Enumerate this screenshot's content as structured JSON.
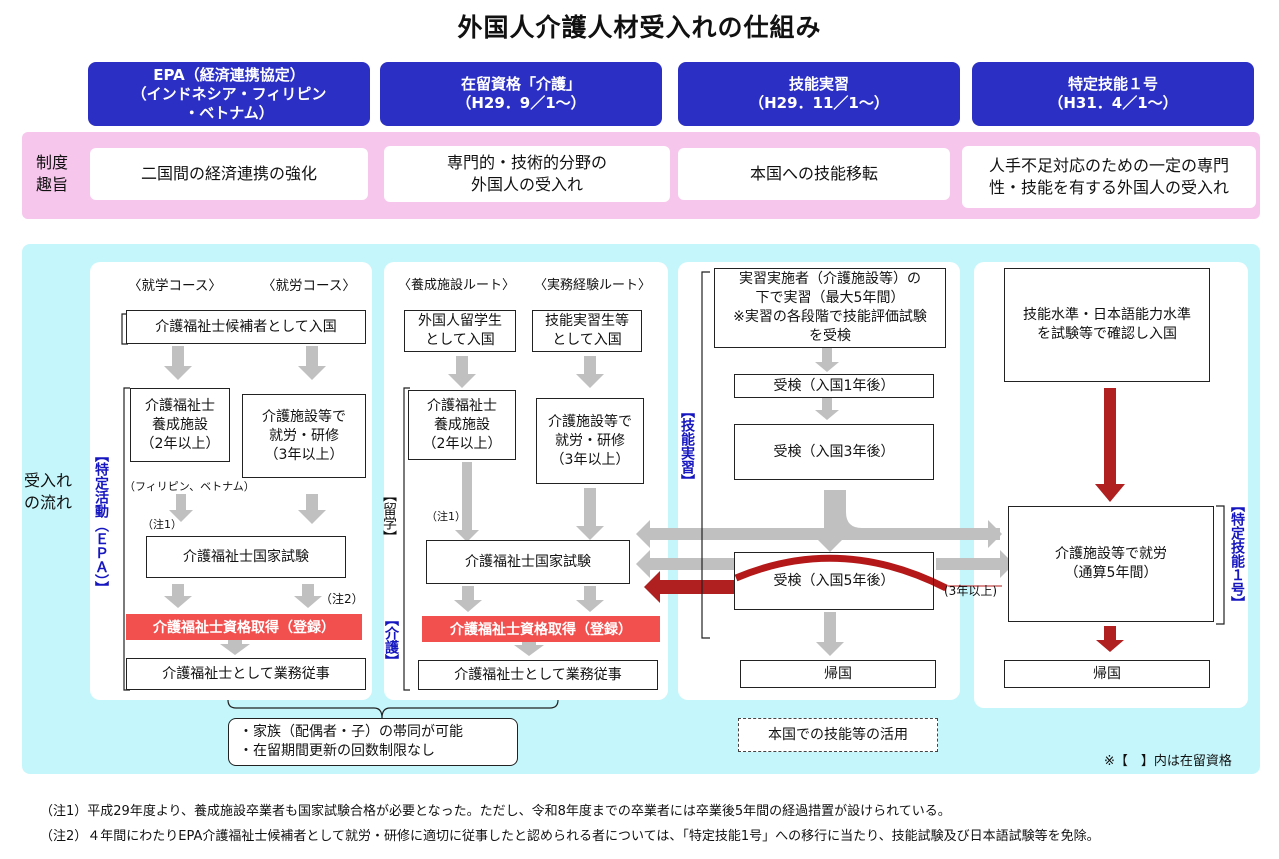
{
  "title": "外国人介護人材受入れの仕組み",
  "headers": [
    "EPA（経済連携協定）\n（インドネシア・フィリピン\n・ベトナム）",
    "在留資格「介護」\n（H29．9／1～）",
    "技能実習\n（H29．11／1～）",
    "特定技能１号\n（H31．4／1～）"
  ],
  "purpose": {
    "label": "制度\n趣旨",
    "items": [
      "二国間の経済連携の強化",
      "専門的・技術的分野の\n外国人の受入れ",
      "本国への技能移転",
      "人手不足対応のための一定の専門\n性・技能を有する外国人の受入れ"
    ]
  },
  "flow": {
    "label": "受入れ\nの流れ",
    "epa": {
      "course_study": "〈就学コース〉",
      "course_work": "〈就労コース〉",
      "entry": "介護福祉士候補者として入国",
      "school": "介護福祉士\n養成施設\n（2年以上）",
      "work_training": "介護施設等で\n就労・研修\n（3年以上）",
      "countries_note": "（フィリピン、ベトナム）",
      "note1": "（注1）",
      "note2": "（注2）",
      "exam": "介護福祉士国家試験",
      "qualification": "介護福祉士資格取得（登録）",
      "work": "介護福祉士として業務従事",
      "status_label": "【特定活動（ＥＰＡ）】"
    },
    "care": {
      "route_school": "〈養成施設ルート〉",
      "route_work": "〈実務経験ルート〉",
      "student": "外国人留学生\nとして入国",
      "trainee": "技能実習生等\nとして入国",
      "school": "介護福祉士\n養成施設\n（2年以上）",
      "work_exp": "介護施設等で\n就労・研修\n（3年以上）",
      "note1": "（注1）",
      "exam": "介護福祉士国家試験",
      "qualification": "介護福祉士資格取得（登録）",
      "work": "介護福祉士として業務従事",
      "status_study": "【留学】",
      "status_care": "【介護】"
    },
    "tech": {
      "training": "実習実施者（介護施設等）の\n下で実習（最大5年間）\n※実習の各段階で技能評価試験\nを受検",
      "exam1": "受検（入国1年後）",
      "exam3": "受検（入国3年後）",
      "exam5": "受検（入国5年後）",
      "return": "帰国",
      "status_label": "【技能実習】",
      "years3": "(3年以上)",
      "home_use": "本国での技能等の活用"
    },
    "ssw": {
      "entry": "技能水準・日本語能力水準\nを試験等で確認し入国",
      "work": "介護施設等で就労\n（通算5年間）",
      "return": "帰国",
      "status_label": "【特定技能１号】"
    },
    "family": "・家族（配偶者・子）の帯同が可能\n・在留期間更新の回数制限なし",
    "legend": "※【　】内は在留資格"
  },
  "footnotes": [
    "（注1）平成29年度より、養成施設卒業者も国家試験合格が必要となった。ただし、令和8年度までの卒業者には卒業後5年間の経過措置が設けられている。",
    "（注2）４年間にわたりEPA介護福祉士候補者として就労・研修に適切に従事したと認められる者については、「特定技能1号」への移行に当たり、技能試験及び日本語試験等を免除。"
  ],
  "colors": {
    "header": "#2b2fc4",
    "pink": "#f7c6ec",
    "cyan": "#c5f6fb",
    "red": "#f2504f",
    "arrow": "#c0c0c0",
    "dark_red": "#b02020"
  }
}
